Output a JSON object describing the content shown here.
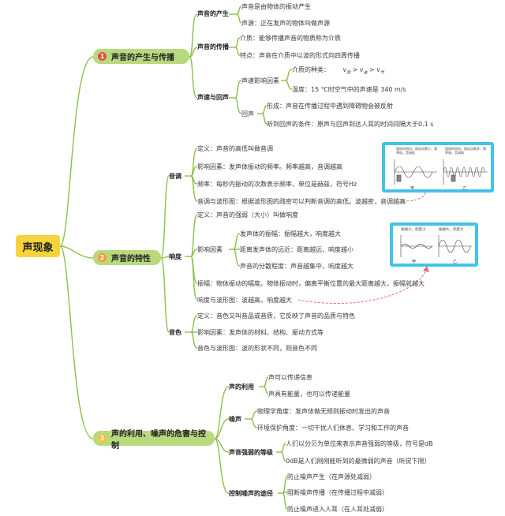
{
  "root": "声现象",
  "branch1": {
    "number": "1",
    "title": "声音的产生与传播",
    "generation": {
      "title": "声音的产生",
      "items": [
        "声音是由物体的振动产生",
        "声源：正在发声的物体叫做声源"
      ]
    },
    "propagation": {
      "title": "声音的传播",
      "items": [
        "介质：能够传播声音的物质称为介质",
        "特点：声音在介质中以波的形式向四周传播"
      ]
    },
    "speed_echo": {
      "title": "声速与回声",
      "speed": {
        "title": "声速影响因素",
        "medium_label": "介质的种类：",
        "medium_formula_v": "v",
        "medium_formula_sub1": "固",
        "medium_formula_sub2": "液",
        "medium_formula_sub3": "气",
        "medium_formula_gt": ">",
        "temperature": "温度：15 ℃时空气中的声速是 340 m/s"
      },
      "echo": {
        "title": "回声",
        "items": [
          "形成：声音在传播过程中遇到障碍物会被反射",
          "听到回声的条件：原声与回声到达人耳的时间间隔大于0.1 s"
        ]
      }
    }
  },
  "branch2": {
    "number": "2",
    "title": "声音的特性",
    "pitch": {
      "title": "音调",
      "items": [
        "定义：声音的高低叫做音调",
        "影响因素：发声体振动的频率。频率越高，音调越高",
        "频率：每秒内振动的次数表示频率，单位是赫兹，符号Hz",
        "音调与波形图：根据波形图的疏密可以判断音调的高低。波越密，音调越高"
      ]
    },
    "loudness": {
      "title": "响度",
      "definition": "定义：声音的强弱（大小）叫做响度",
      "factors_title": "影响因素",
      "factors": [
        "发声体的振幅：振幅越大，响度越大",
        "距离发声体的远近：距离越远，响度越小",
        "声音的分散程度：声音越集中，响度越大"
      ],
      "amplitude": "振幅：物体振动的幅度。物体振动时，偏离平衡位置的最大距离越大，振幅就越大",
      "waveform": "响度与波形图：波越高，响度越大"
    },
    "timbre": {
      "title": "音色",
      "items": [
        "定义：音色又叫音品或音质，它反映了声音的品质与特色",
        "影响因素：发声体的材料、结构、振动方式等",
        "音色与波形图：波的形状不同，则音色不同"
      ]
    }
  },
  "branch3": {
    "number": "3",
    "title": "声的利用、噪声的危害与控制",
    "use": {
      "title": "声的利用",
      "items": [
        "声可以传递信息",
        "声具有能量，也可以传递能量"
      ]
    },
    "noise": {
      "title": "噪声",
      "items": [
        "物理学角度：发声体做无规则振动时发出的声音",
        "环境保护角度：一切干扰人们休息、学习和工作的声音"
      ]
    },
    "levels": {
      "title": "声音强弱的等级",
      "items": [
        "人们以分贝为单位来表示声音强弱的等级，符号是dB",
        "0dB是人们刚刚能听到的最微弱的声音（听觉下限）"
      ]
    },
    "control": {
      "title": "控制噪声的途径",
      "items": [
        "防止噪声产生（在声源处减弱）",
        "阻断噪声传播（在传播过程中减弱）",
        "防止噪声进入人耳（在人耳处减弱）"
      ]
    }
  },
  "figures": {
    "pitch_fig": {
      "left_caption": "相同时间内，振动次数少，频率低，音调低",
      "right_caption": "相同时间内，振动次数多，频率高，音调高",
      "left_label": "甲",
      "right_label": "乙"
    },
    "loud_fig": {
      "left_caption": "振幅小，响度小",
      "right_caption": "振幅大，响度大",
      "left_label": "甲",
      "right_label": "乙"
    }
  },
  "colors": {
    "line": "#8dbf4e",
    "root_fill": "#f6d33c",
    "branch_fill": "#b8d97e",
    "panel_border": "#43c3e8",
    "dashed_arrow": "#e06a7a"
  }
}
